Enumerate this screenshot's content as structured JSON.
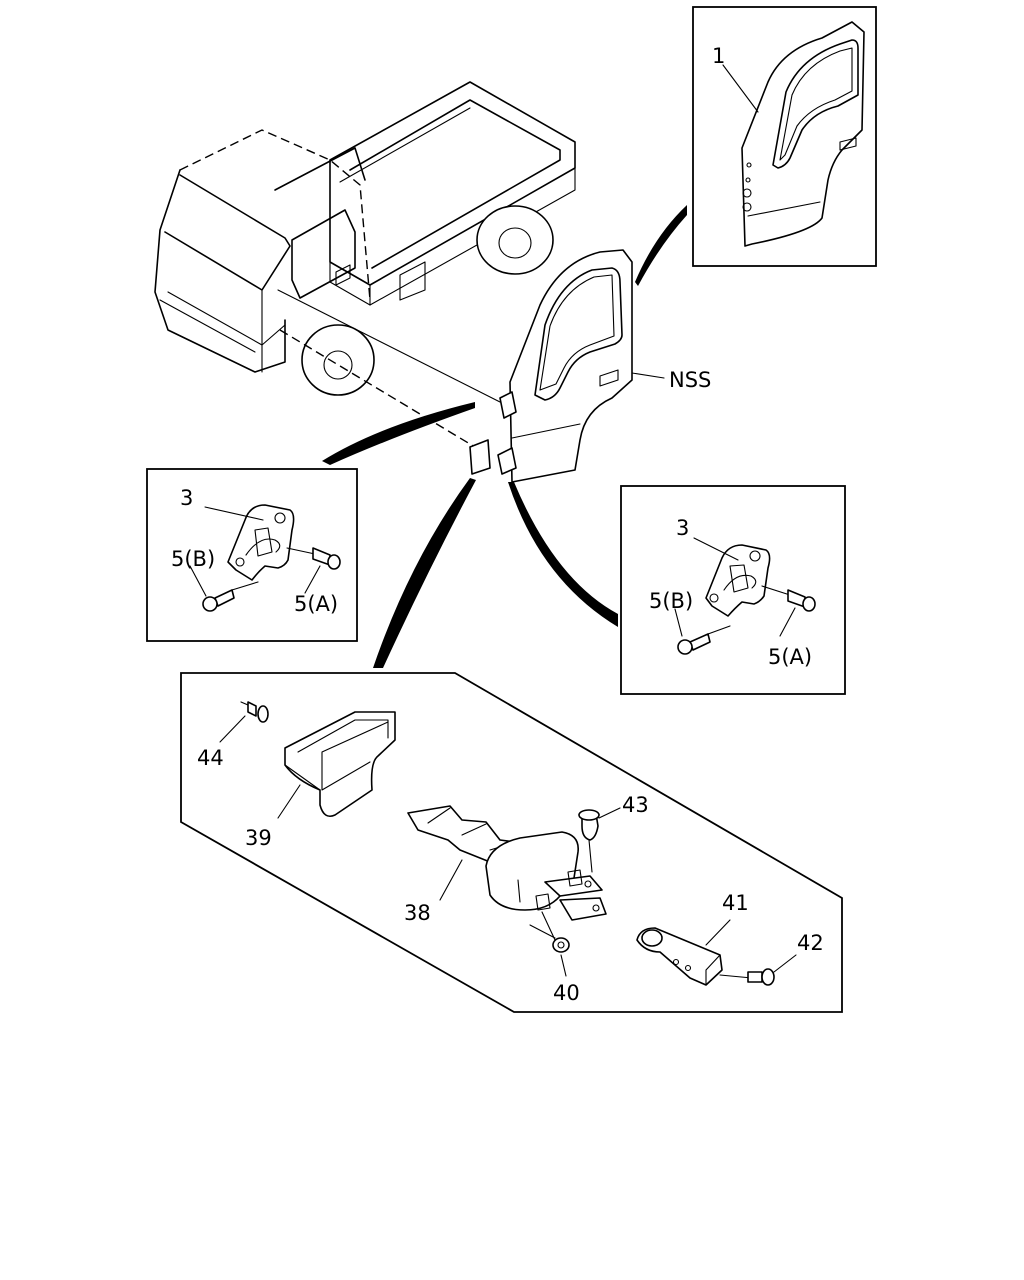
{
  "labels": {
    "door_panel": "1",
    "side": "NSS",
    "hinge_upper": "3",
    "bolt_b_upper": "5(B)",
    "bolt_a_upper": "5(A)",
    "hinge_lower": "3",
    "bolt_b_lower": "5(B)",
    "bolt_a_lower": "5(A)",
    "clip": "44",
    "cover": "39",
    "check_link": "38",
    "pin": "43",
    "bracket": "41",
    "nut": "40",
    "screw": "42"
  }
}
